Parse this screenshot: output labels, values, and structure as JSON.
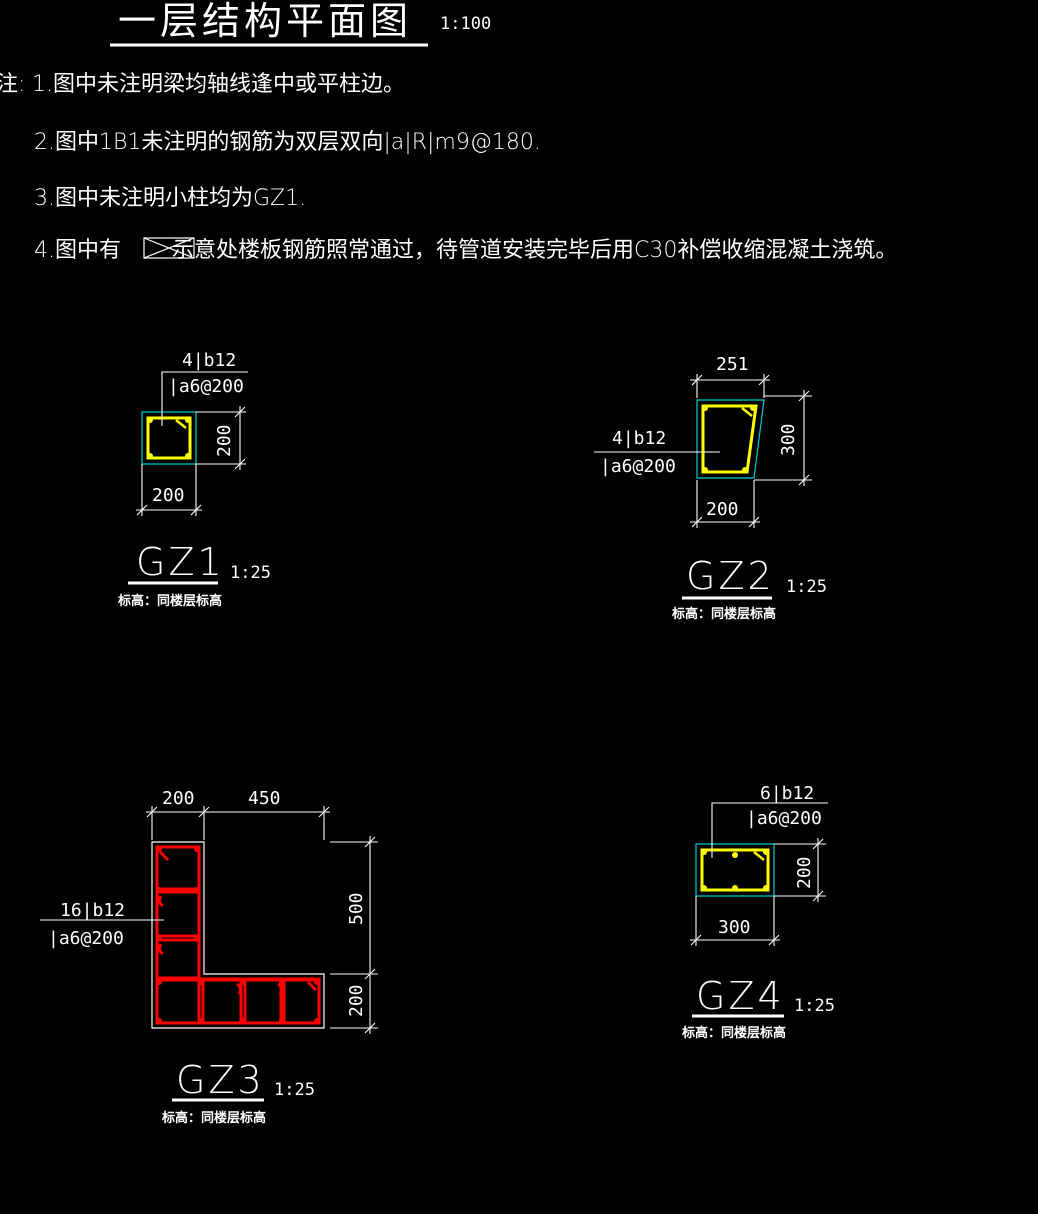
{
  "title": "一层结构平面图",
  "title_scale": "1:100",
  "notes": {
    "prefix": "注:",
    "items": [
      "1.图中未注明梁均轴线逢中或平柱边。",
      "2.图中1B1未注明的钢筋为双层双向|a|R|m9@180.",
      "3.图中未注明小柱均为GZ1.",
      "4.图中有",
      "示意处楼板钢筋照常通过，待管道安装完毕后用C30补偿收缩混凝土浇筑。"
    ]
  },
  "columns": [
    {
      "name": "GZ1",
      "scale": "1:25",
      "elevation": "标高：同楼层标高",
      "main_rebar": "4|b12",
      "stirrup": "|a6@200",
      "width_label": "200",
      "height_label": "200"
    },
    {
      "name": "GZ2",
      "scale": "1:25",
      "elevation": "标高：同楼层标高",
      "main_rebar": "4|b12",
      "stirrup": "|a6@200",
      "top_width_label": "251",
      "bottom_width_label": "200",
      "height_label": "300"
    },
    {
      "name": "GZ3",
      "scale": "1:25",
      "elevation": "标高：同楼层标高",
      "main_rebar": "16|b12",
      "stirrup": "|a6@200",
      "leg_width_label": "200",
      "flange_length_label": "450",
      "vertical_label": "500",
      "flange_height_label": "200"
    },
    {
      "name": "GZ4",
      "scale": "1:25",
      "elevation": "标高：同楼层标高",
      "main_rebar": "6|b12",
      "stirrup": "|a6@200",
      "width_label": "300",
      "height_label": "200"
    }
  ],
  "colors": {
    "background": "#000000",
    "text": "#ffffff",
    "outline": "#00cccc",
    "rebar_yellow": "#ffff00",
    "rebar_red": "#ff0000"
  }
}
